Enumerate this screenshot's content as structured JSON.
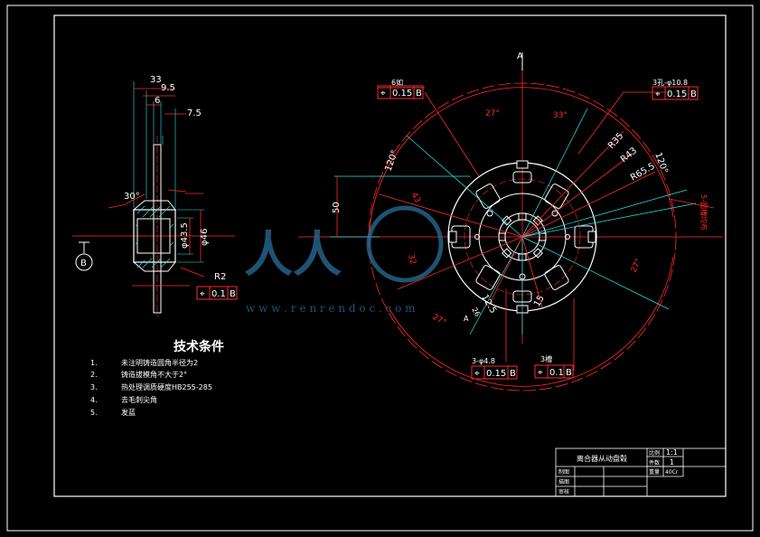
{
  "drawing": {
    "section_label_a": "A",
    "section_label_a2": "A",
    "datum_b": "B",
    "dims_left": {
      "d33": "33",
      "d9_5": "9.5",
      "d6": "6",
      "d7_5": "7.5",
      "angle30": "30°",
      "dia43_5": "φ43.5",
      "dia46": "φ46",
      "r2": "R2"
    },
    "dims_right": {
      "d50": "50",
      "d43": "43",
      "d32": "32",
      "r35": "R35",
      "r43": "R43",
      "r65_5": "R65.5",
      "a120_left": "120°",
      "a120_right": "120°",
      "a27_top": "27°",
      "a33_top": "33°",
      "a27_right": "27°",
      "a27_bottom": "27°",
      "d12_5": "12.5",
      "d15": "15",
      "d26": "26",
      "side_note": "5-圆槽均布"
    },
    "callouts": [
      {
        "label": "6如",
        "symbol": "⌖",
        "tolerance": "0.15",
        "datum": "B"
      },
      {
        "label": "3孔-φ10.8",
        "symbol": "⌖",
        "tolerance": "0.15",
        "datum": "B"
      },
      {
        "label": "3-φ4.8",
        "symbol": "⌖",
        "tolerance": "0.15",
        "datum": "B"
      },
      {
        "label": "3槽",
        "symbol": "⌖",
        "tolerance": "0.1",
        "datum": "B"
      },
      {
        "label": "",
        "symbol": "⌖",
        "tolerance": "0.1",
        "datum": "B"
      }
    ],
    "watermark": {
      "logo_text": "人人",
      "url": "w w w . r e n r e n d o c . c o m"
    }
  },
  "notes": {
    "title": "技术条件",
    "items": [
      {
        "num": "1.",
        "text": "未注明铸造圆角半径为2"
      },
      {
        "num": "2.",
        "text": "铸造拔模角不大于2°"
      },
      {
        "num": "3.",
        "text": "热处理调质硬度HB255-285"
      },
      {
        "num": "4.",
        "text": "去毛刺尖角"
      },
      {
        "num": "5.",
        "text": "发蓝"
      }
    ]
  },
  "title_block": {
    "part_name": "离合器从动盘毂",
    "scale_label": "比例",
    "scale_value": "1:1",
    "qty_label": "件数",
    "qty_value": "1",
    "weight_label": "重量",
    "material_value": "40Cr",
    "row_labels": [
      "制图",
      "描图",
      "审核"
    ]
  }
}
